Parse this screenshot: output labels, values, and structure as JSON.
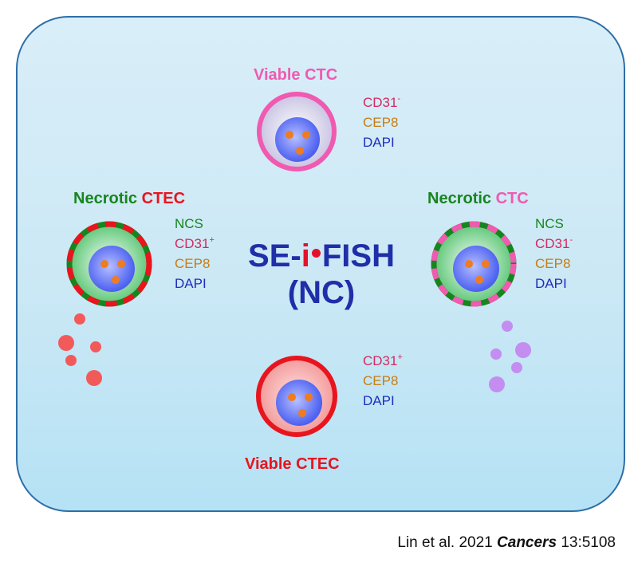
{
  "colors": {
    "green": "#17851e",
    "pink": "#f05ab0",
    "red": "#e8141e",
    "crimson": "#d42a5f",
    "orange": "#c77d12",
    "blue": "#1f2fbb",
    "title_blue": "#1f2fa8",
    "nucleus": "#4a5ff0",
    "spot": "#ef7c20"
  },
  "cells": {
    "viable_ctc": {
      "title": "Viable CTC",
      "markers": [
        {
          "name": "CD31",
          "sup": "-"
        },
        {
          "name": "CEP8",
          "sup": ""
        },
        {
          "name": "DAPI",
          "sup": ""
        }
      ]
    },
    "necrotic_ctec": {
      "title_part1": "Necrotic",
      "title_part2": "CTEC",
      "markers": [
        {
          "name": "NCS",
          "sup": ""
        },
        {
          "name": "CD31",
          "sup": "+"
        },
        {
          "name": "CEP8",
          "sup": ""
        },
        {
          "name": "DAPI",
          "sup": ""
        }
      ]
    },
    "necrotic_ctc": {
      "title_part1": "Necrotic",
      "title_part2": "CTC",
      "markers": [
        {
          "name": "NCS",
          "sup": ""
        },
        {
          "name": "CD31",
          "sup": "-"
        },
        {
          "name": "CEP8",
          "sup": ""
        },
        {
          "name": "DAPI",
          "sup": ""
        }
      ]
    },
    "viable_ctec": {
      "title": "Viable CTEC",
      "markers": [
        {
          "name": "CD31",
          "sup": "+"
        },
        {
          "name": "CEP8",
          "sup": ""
        },
        {
          "name": "DAPI",
          "sup": ""
        }
      ]
    }
  },
  "center": {
    "part1": "SE-",
    "part2": "i",
    "part3": "FISH",
    "line2": "(NC)"
  },
  "citation": {
    "authors": "Lin et al. 2021",
    "journal": "Cancers",
    "ref": "13:5108"
  }
}
